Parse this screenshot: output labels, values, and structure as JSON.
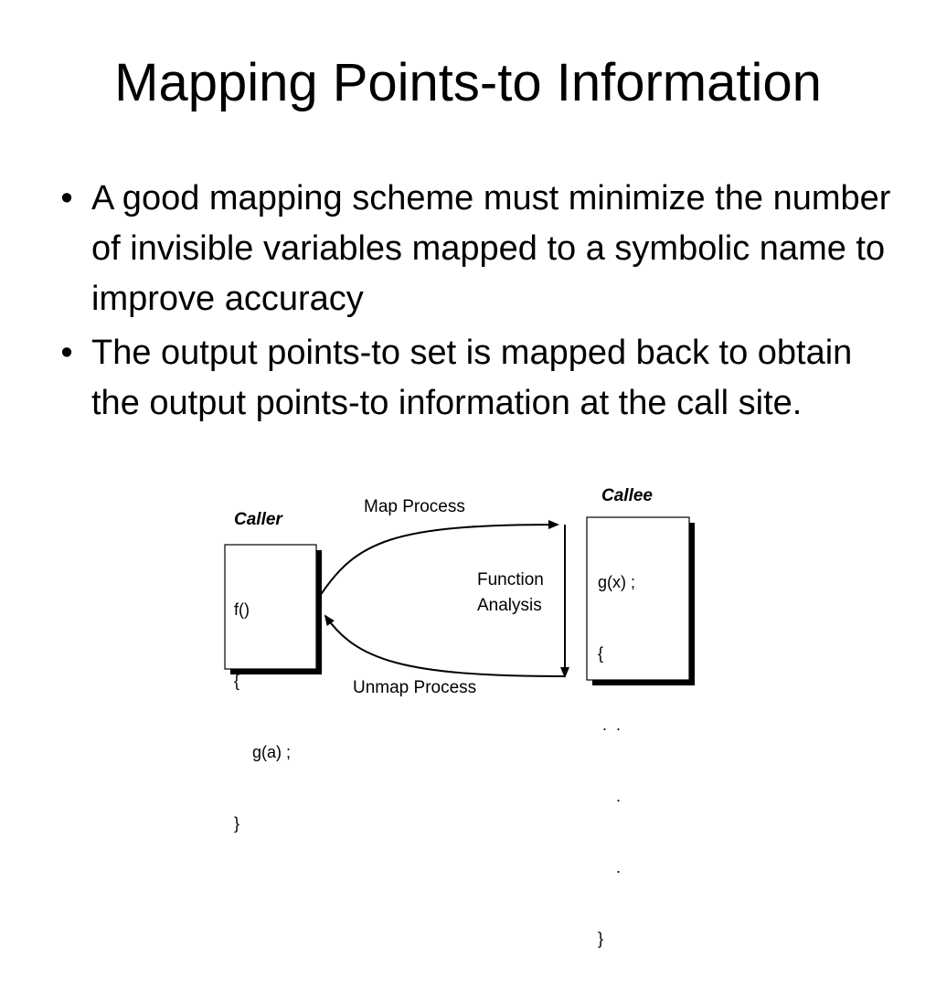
{
  "slide": {
    "title": "Mapping Points-to Information",
    "bullets": [
      "A good mapping scheme must minimize the number of invisible variables mapped to a symbolic name to improve accuracy",
      "The output points-to set is mapped back to obtain the output points-to information at the call site."
    ],
    "bullet_symbol": "•"
  },
  "diagram": {
    "caller_label": "Caller",
    "callee_label": "Callee",
    "map_label": "Map Process",
    "unmap_label": "Unmap Process",
    "function_label": "Function",
    "analysis_label": "Analysis",
    "caller_code": [
      "f()",
      "{",
      "    g(a) ;",
      "}"
    ],
    "callee_code": [
      "g(x) ;",
      "{",
      " .  .",
      "    .",
      "    .",
      "}"
    ]
  }
}
